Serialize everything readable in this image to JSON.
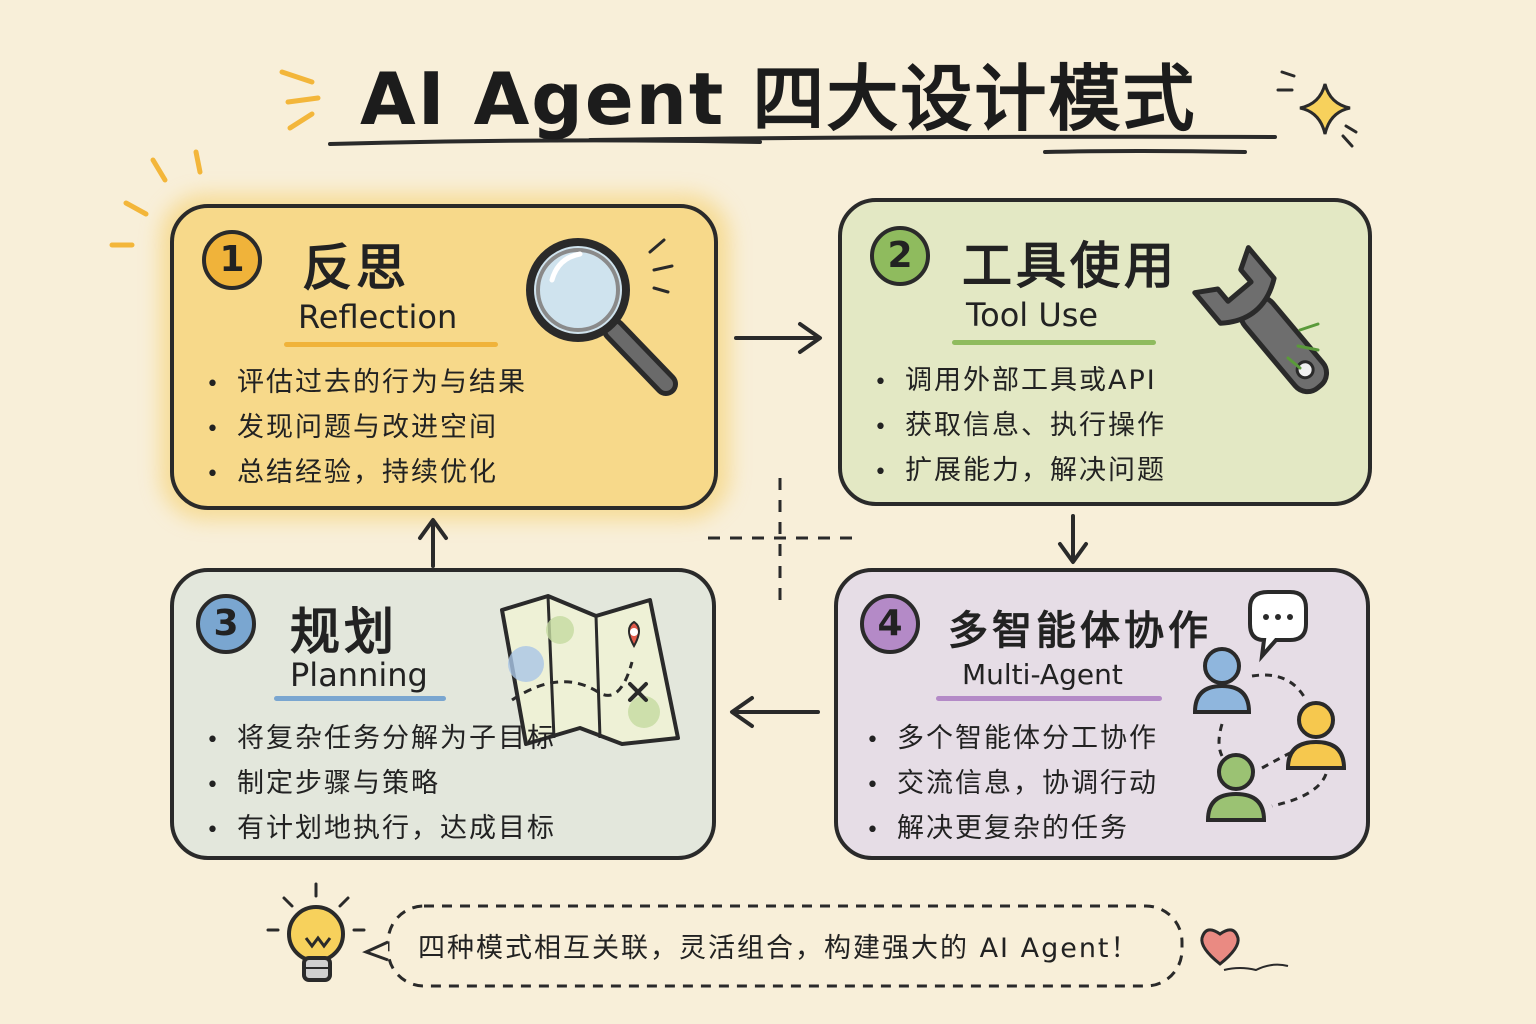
{
  "title": "AI Agent 四大设计模式",
  "colors": {
    "background": "#f8efd9",
    "reflection": "#f7d98a",
    "tool_use": "#e3e8c4",
    "planning": "#e3e7dc",
    "multi_agent": "#e6dde6"
  },
  "cards": [
    {
      "number": "1",
      "title_zh": "反思",
      "title_en": "Reflection",
      "accent": "#f0b33a",
      "icon": "magnifier-icon",
      "bullets": [
        "评估过去的行为与结果",
        "发现问题与改进空间",
        "总结经验，持续优化"
      ]
    },
    {
      "number": "2",
      "title_zh": "工具使用",
      "title_en": "Tool Use",
      "accent": "#8fbb5e",
      "icon": "wrench-icon",
      "bullets": [
        "调用外部工具或API",
        "获取信息、执行操作",
        "扩展能力，解决问题"
      ]
    },
    {
      "number": "3",
      "title_zh": "规划",
      "title_en": "Planning",
      "accent": "#7aa6d0",
      "icon": "map-icon",
      "bullets": [
        "将复杂任务分解为子目标",
        "制定步骤与策略",
        "有计划地执行，达成目标"
      ]
    },
    {
      "number": "4",
      "title_zh": "多智能体协作",
      "title_en": "Multi-Agent",
      "accent": "#b48ac7",
      "icon": "people-icon",
      "bullets": [
        "多个智能体分工协作",
        "交流信息，协调行动",
        "解决更复杂的任务"
      ]
    }
  ],
  "footer": {
    "text": "四种模式相互关联，灵活组合，构建强大的 AI Agent！",
    "icons": [
      "lightbulb-icon",
      "heart-icon"
    ]
  }
}
